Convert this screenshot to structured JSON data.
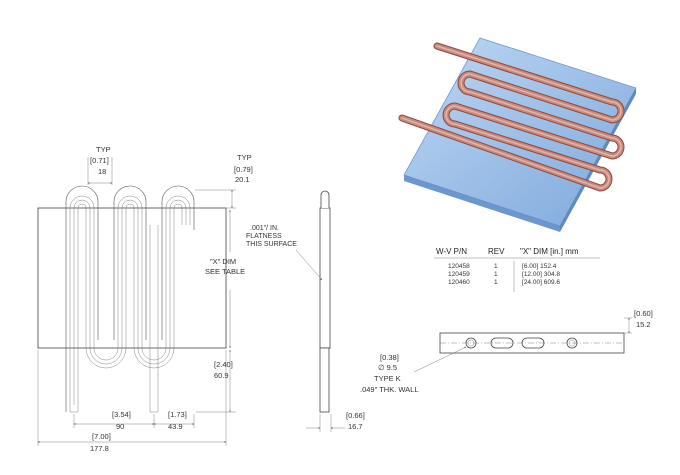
{
  "front_view": {
    "typ_top_label": "TYP",
    "typ_top_in": "0.71",
    "typ_top_mm": "18",
    "typ_right_label": "TYP",
    "typ_right_in": "0.79",
    "typ_right_mm": "20.1",
    "x_dim_line1": "\"X\" DIM",
    "x_dim_line2": "SEE TABLE",
    "lower_right_in": "2.40",
    "lower_right_mm": "60.9",
    "span_in": "3.54",
    "span_mm": "90",
    "leg_in": "1.73",
    "leg_mm": "43.9",
    "width_in": "7.00",
    "width_mm": "177.8"
  },
  "side_view": {
    "flatness_line1": ".001\"/ IN.",
    "flatness_line2": "FLATNESS",
    "flatness_line3": "THIS SURFACE",
    "thk_in": "0.66",
    "thk_mm": "16.7"
  },
  "table": {
    "headers": [
      "W-V P/N",
      "REV",
      "\"X\" DIM [in.] mm"
    ],
    "rows": [
      {
        "pn": "120458",
        "rev": "1",
        "in": "6.00",
        "mm": "152.4"
      },
      {
        "pn": "120459",
        "rev": "1",
        "in": "12.00",
        "mm": "304.8"
      },
      {
        "pn": "120460",
        "rev": "1",
        "in": "24.00",
        "mm": "609.6"
      }
    ]
  },
  "section_view": {
    "height_in": "0.60",
    "height_mm": "15.2",
    "tube_in": "0.38",
    "tube_mm": "9.5",
    "diameter_symbol": "∅",
    "tube_type": "TYPE K",
    "wall": ".049\" THK. WALL"
  },
  "colors": {
    "plate_blue": "#8fb6e6",
    "copper": "#c98a7e"
  }
}
